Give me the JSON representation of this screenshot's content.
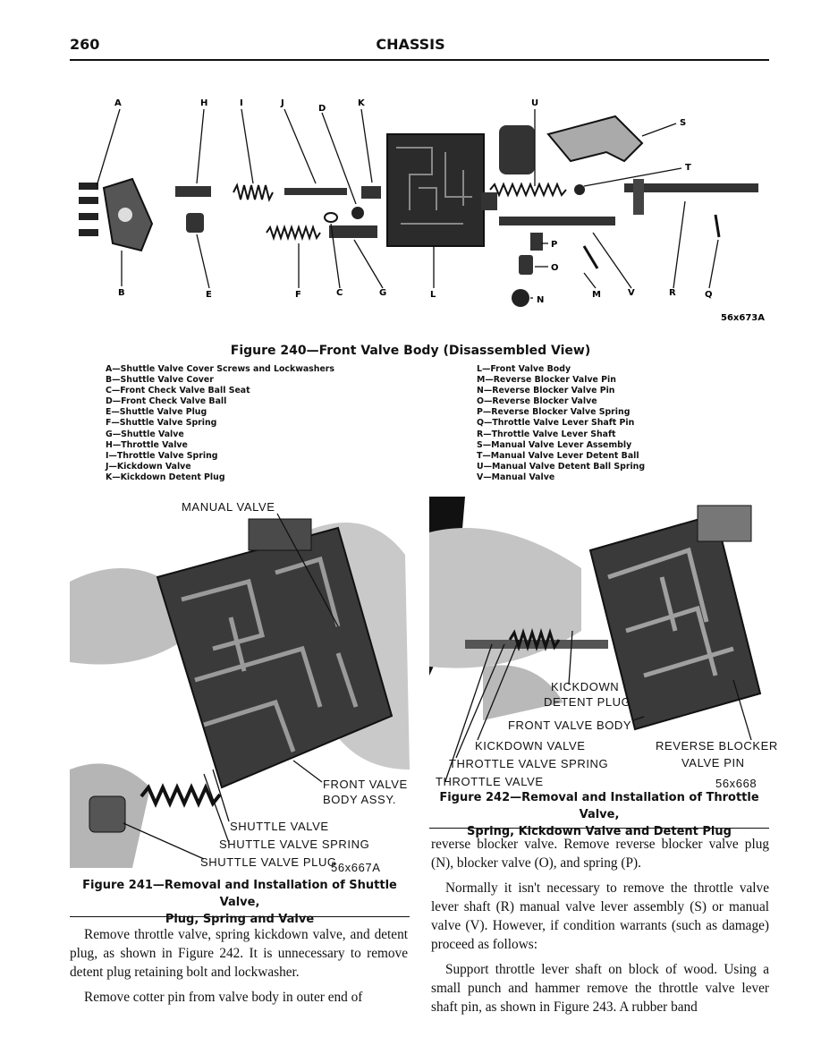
{
  "header": {
    "page_number": "260",
    "section": "CHASSIS"
  },
  "figure240": {
    "top_letters": [
      "A",
      "H",
      "I",
      "J",
      "D",
      "K",
      "U",
      "S",
      "T"
    ],
    "bottom_letters": [
      "B",
      "E",
      "F",
      "C",
      "G",
      "L",
      "P",
      "O",
      "N",
      "M",
      "V",
      "R",
      "Q"
    ],
    "id": "56x673A",
    "caption": "Figure 240—Front Valve Body (Disassembled View)",
    "legend_left": [
      "A—Shuttle Valve Cover Screws and Lockwashers",
      "B—Shuttle Valve Cover",
      "C—Front Check Valve Ball Seat",
      "D—Front Check Valve Ball",
      "E—Shuttle Valve Plug",
      "F—Shuttle Valve Spring",
      "G—Shuttle Valve",
      "H—Throttle Valve",
      "I—Throttle Valve Spring",
      "J—Kickdown Valve",
      "K—Kickdown Detent Plug"
    ],
    "legend_right": [
      "L—Front Valve Body",
      "M—Reverse Blocker Valve Pin",
      "N—Reverse Blocker Valve Pin",
      "O—Reverse Blocker Valve",
      "P—Reverse Blocker Valve Spring",
      "Q—Throttle Valve Lever Shaft Pin",
      "R—Throttle Valve Lever Shaft",
      "S—Manual Valve Lever Assembly",
      "T—Manual Valve Lever Detent Ball",
      "U—Manual Valve Detent Ball Spring",
      "V—Manual Valve"
    ]
  },
  "figure241": {
    "labels": {
      "manual_valve": "MANUAL VALVE",
      "front_valve": "FRONT VALVE",
      "body_assy": "BODY ASSY.",
      "shuttle_valve": "SHUTTLE VALVE",
      "shuttle_valve_spring": "SHUTTLE VALVE SPRING",
      "shuttle_valve_plug": "SHUTTLE VALVE PLUG"
    },
    "id": "56x667A",
    "caption_line1": "Figure 241—Removal and Installation of Shuttle Valve,",
    "caption_line2": "Plug, Spring and Valve"
  },
  "figure242": {
    "labels": {
      "kickdown": "KICKDOWN",
      "detent_plug": "DETENT PLUG",
      "front_valve_body": "FRONT VALVE BODY",
      "kickdown_valve": "KICKDOWN VALVE",
      "throttle_valve_spring": "THROTTLE VALVE SPRING",
      "throttle_valve": "THROTTLE VALVE",
      "reverse_blocker": "REVERSE BLOCKER",
      "valve_pin": "VALVE PIN"
    },
    "id": "56x668",
    "caption_line1": "Figure 242—Removal and Installation of Throttle Valve,",
    "caption_line2": "Spring, Kickdown Valve and Detent Plug"
  },
  "text_left": [
    "Remove throttle valve, spring kickdown valve, and detent plug, as shown in Figure 242. It is unnecessary to remove detent plug retaining bolt and lockwasher.",
    "Remove cotter pin from valve body in outer end of"
  ],
  "text_right": [
    "reverse blocker valve. Remove reverse blocker valve plug (N), blocker valve (O), and spring (P).",
    "Normally it isn't necessary to remove the throttle valve lever shaft (R) manual valve lever assembly (S) or manual valve (V). However, if condition warrants (such as damage) proceed as follows:",
    "Support throttle lever shaft on block of wood. Using a small punch and hammer remove the throttle valve lever shaft pin, as shown in Figure 243. A rubber band"
  ]
}
